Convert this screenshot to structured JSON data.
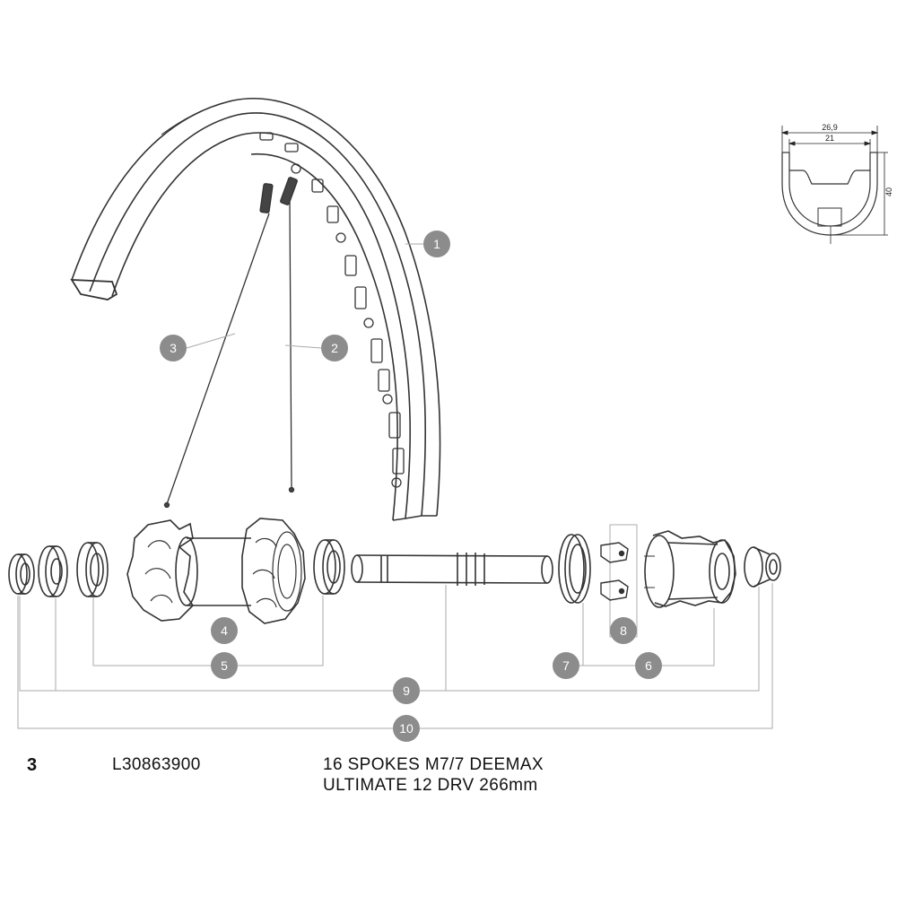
{
  "callouts": [
    {
      "label": "1"
    },
    {
      "label": "2"
    },
    {
      "label": "3"
    },
    {
      "label": "4"
    },
    {
      "label": "5"
    },
    {
      "label": "6"
    },
    {
      "label": "7"
    },
    {
      "label": "8"
    },
    {
      "label": "9"
    },
    {
      "label": "10"
    }
  ],
  "profile": {
    "outer_width": "26,9",
    "inner_width": "21",
    "height": "40"
  },
  "caption": {
    "quantity": "3",
    "reference": "L30863900",
    "description_line1": "16 SPOKES M7/7 DEEMAX",
    "description_line2": "ULTIMATE 12 DRV 266mm"
  },
  "colors": {
    "callout_fill": "#8c8c8c",
    "line": "#333333",
    "leader": "#aaaaaa"
  }
}
